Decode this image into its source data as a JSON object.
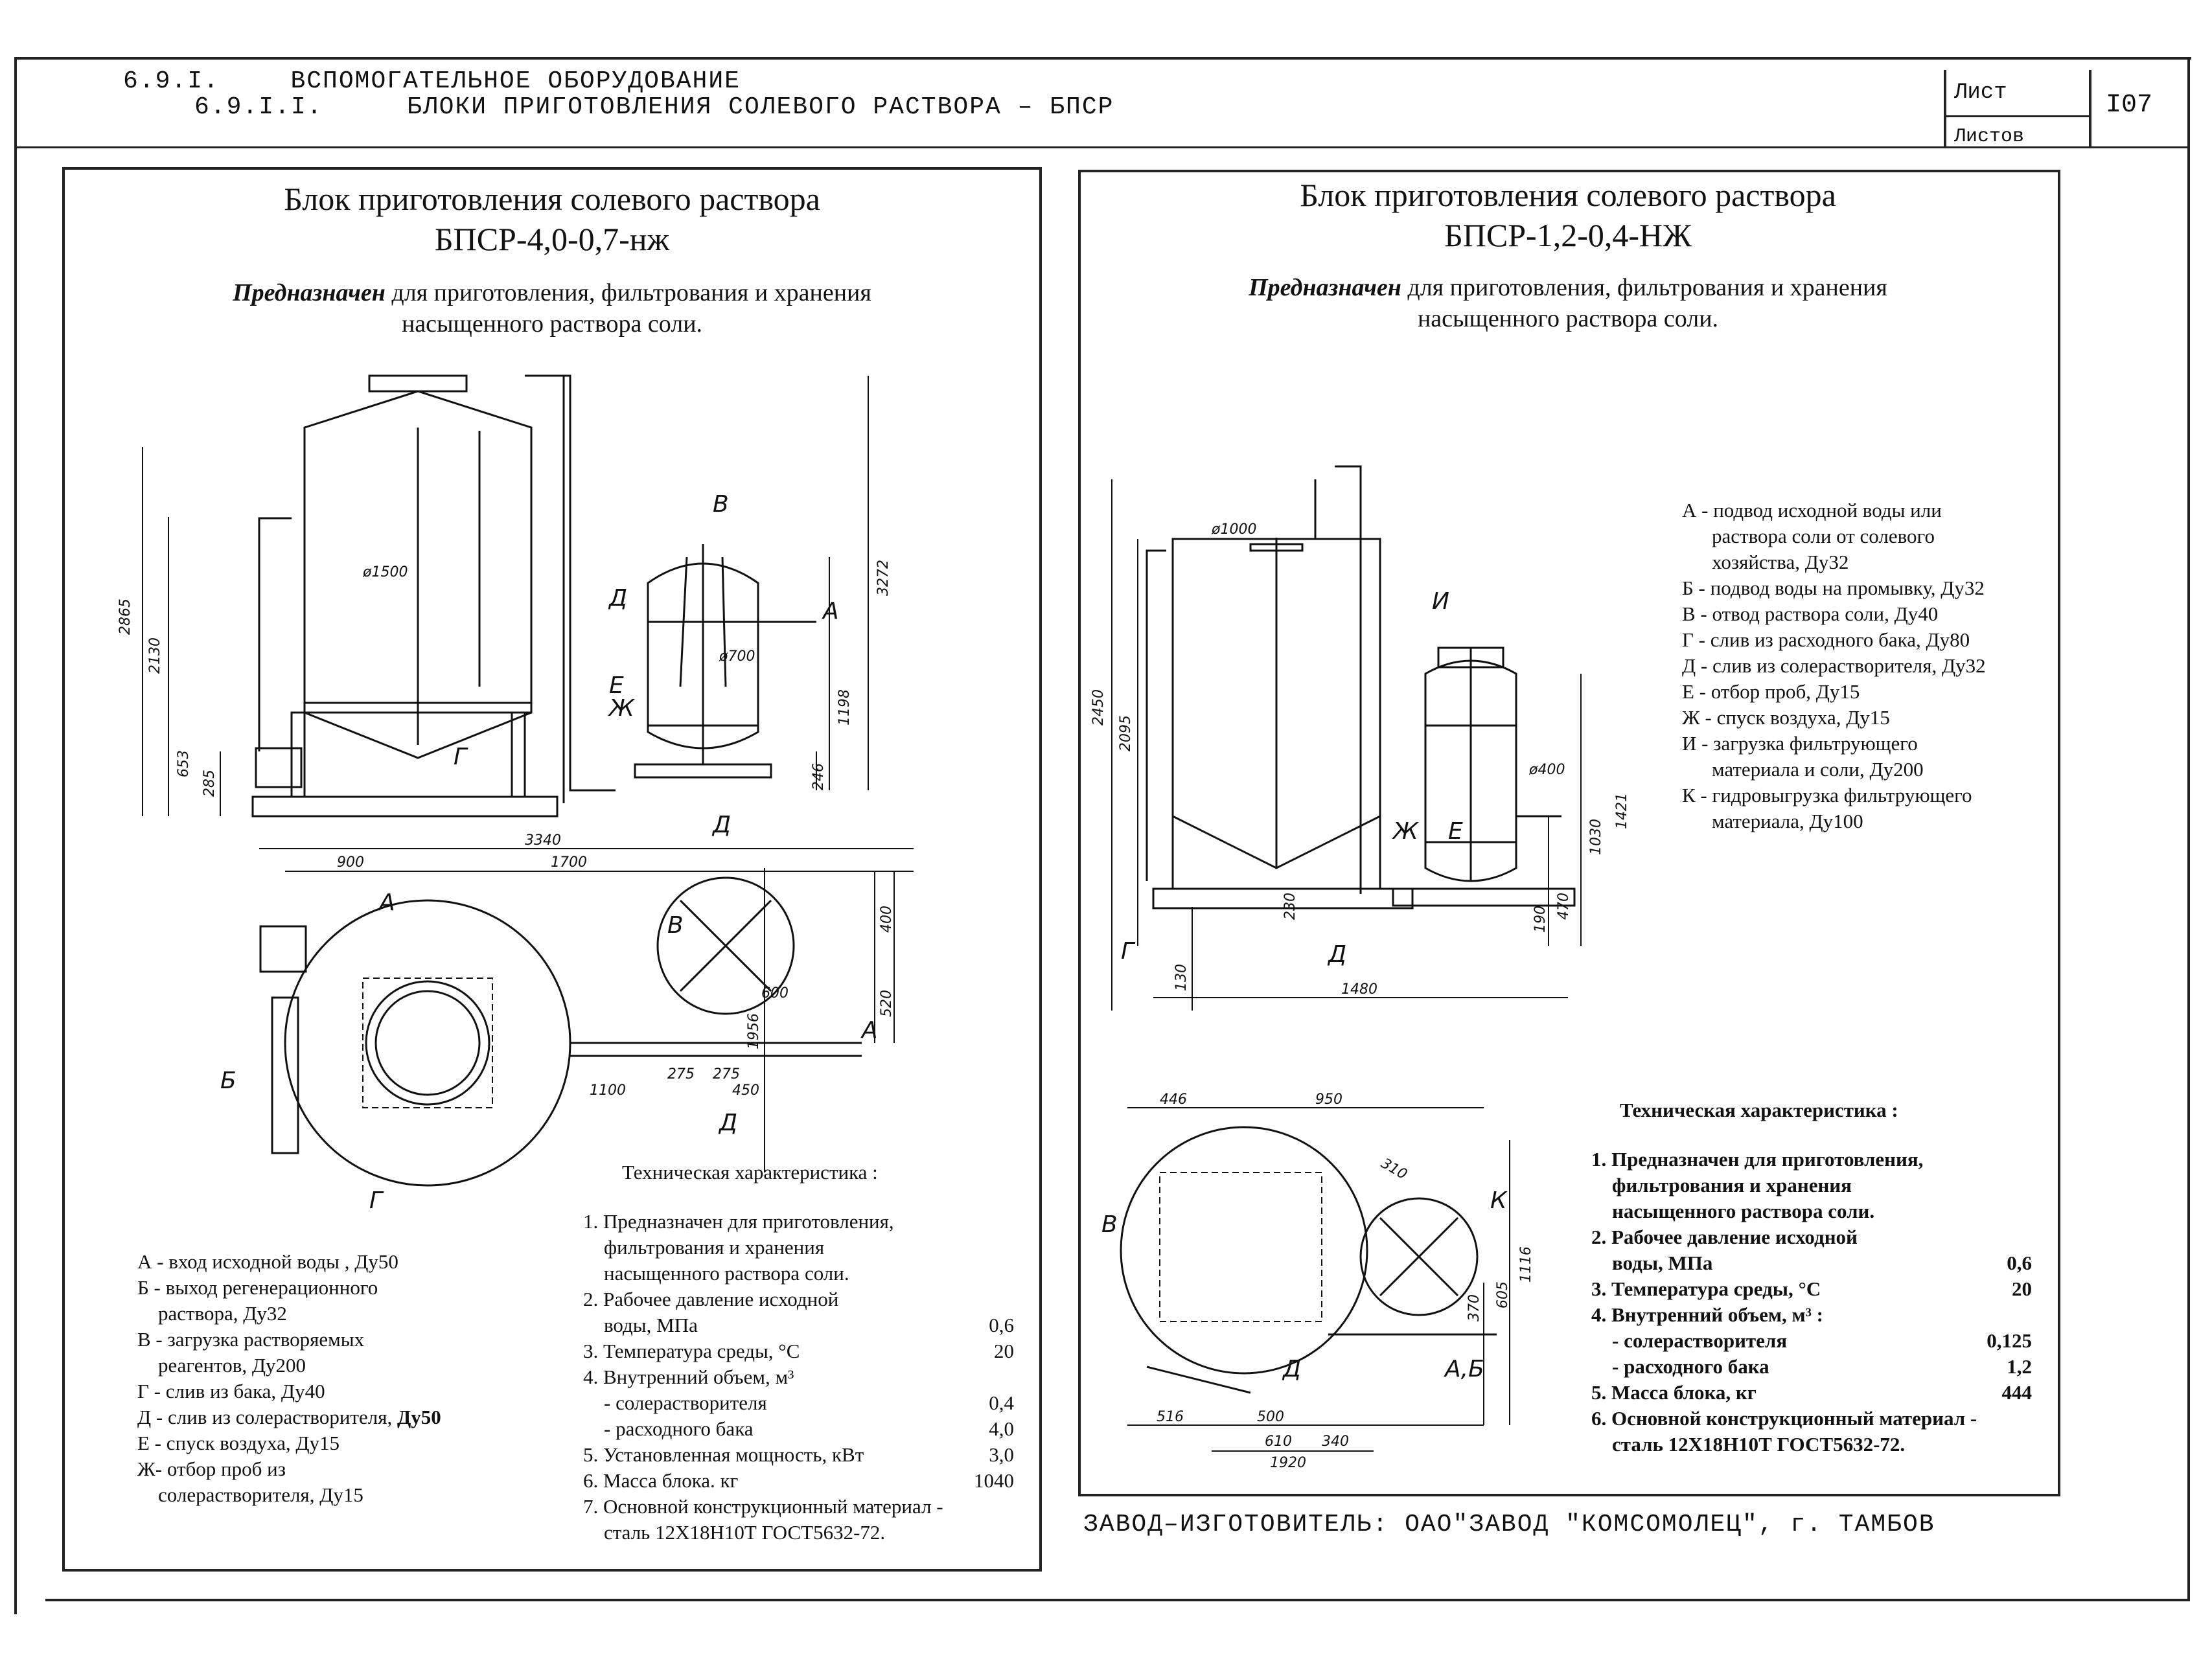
{
  "header": {
    "section_code": "6.9.I.",
    "section_title": "ВСПОМОГАТЕЛЬНОЕ  ОБОРУДОВАНИЕ",
    "subsection_code": "6.9.I.I.",
    "subsection_title": "БЛОКИ ПРИГОТОВЛЕНИЯ СОЛЕВОГО РАСТВОРА – БПСР",
    "sheet_label": "Лист",
    "sheets_label": "Листов",
    "sheet_number": "I07"
  },
  "left": {
    "title_line1": "Блок приготовления солевого раствора",
    "title_line2": "БПСР-4,0-0,7-нж",
    "purpose_bold": "Предназначен",
    "purpose_rest": "для приготовления, фильтрования и хранения",
    "purpose_line2": "насыщенного раствора соли.",
    "drawing_labels": {
      "A": "А",
      "B": "Б",
      "V": "В",
      "G": "Г",
      "D": "Д",
      "E": "Е",
      "Zh": "Ж",
      "dim_2865": "2865",
      "dim_2130": "2130",
      "dim_653": "653",
      "dim_285": "285",
      "dim_1500": "ø1500",
      "dim_700": "ø700",
      "dim_3272": "3272",
      "dim_1198": "1198",
      "dim_246": "246",
      "dim_3340": "3340",
      "dim_900": "900",
      "dim_1700": "1700",
      "dim_1956": "1956",
      "dim_400": "400",
      "dim_520": "520",
      "dim_600": "600",
      "dim_275a": "275",
      "dim_275b": "275",
      "dim_1100": "1100",
      "dim_450": "450"
    },
    "legend": [
      "А - вход исходной воды , Ду50",
      "Б - выход регенерационного",
      "раствора, Ду32",
      "В - загрузка растворяемых",
      "реагентов, Ду200",
      "Г - слив из бака, Ду40",
      "Д - слив из солерастворителя,",
      "Ду50",
      "Е - спуск воздуха, Ду15",
      "Ж- отбор проб из",
      "солерастворителя, Ду15"
    ],
    "tech_title": "Техническая характеристика :",
    "tech": [
      {
        "text": "1. Предназначен для приготовления,",
        "value": ""
      },
      {
        "text": "фильтрования и хранения",
        "value": ""
      },
      {
        "text": "насыщенного раствора соли.",
        "value": ""
      },
      {
        "text": "2. Рабочее давление исходной",
        "value": ""
      },
      {
        "text": "воды, МПа",
        "value": "0,6"
      },
      {
        "text": "3. Температура среды, °С",
        "value": "20"
      },
      {
        "text": "4. Внутренний объем, м³",
        "value": ""
      },
      {
        "text": "- солерастворителя",
        "value": "0,4"
      },
      {
        "text": "- расходного бака",
        "value": "4,0"
      },
      {
        "text": "5. Установленная мощность, кВт",
        "value": "3,0"
      },
      {
        "text": "6. Масса блока. кг",
        "value": "1040"
      },
      {
        "text": "7. Основной конструкционный материал -",
        "value": ""
      },
      {
        "text": "сталь 12Х18Н10Т ГОСТ5632-72.",
        "value": ""
      }
    ]
  },
  "right": {
    "title_line1": "Блок приготовления солевого раствора",
    "title_line2": "БПСР-1,2-0,4-НЖ",
    "purpose_bold": "Предназначен",
    "purpose_rest": "для приготовления, фильтрования и хранения",
    "purpose_line2": "насыщенного раствора соли.",
    "drawing_labels": {
      "V": "В",
      "G": "Г",
      "D": "Д",
      "E": "Е",
      "Zh": "Ж",
      "I": "И",
      "K": "К",
      "AB": "А,Б",
      "dim_1000": "ø1000",
      "dim_400": "ø400",
      "dim_2450": "2450",
      "dim_2095": "2095",
      "dim_130": "130",
      "dim_230": "230",
      "dim_190": "190",
      "dim_470": "470",
      "dim_1030": "1030",
      "dim_1421": "1421",
      "dim_1480": "1480",
      "dim_446": "446",
      "dim_950": "950",
      "dim_310": "310",
      "dim_1116": "1116",
      "dim_370": "370",
      "dim_605": "605",
      "dim_516": "516",
      "dim_500": "500",
      "dim_610": "610",
      "dim_340": "340",
      "dim_1920": "1920"
    },
    "legend": [
      "А - подвод исходной воды или",
      "раствора  соли от солевого",
      "хозяйства, Ду32",
      "Б - подвод воды на промывку, Ду32",
      "В - отвод раствора соли, Ду40",
      "Г - слив из расходного бака, Ду80",
      "Д - слив из солерастворителя, Ду32",
      "Е - отбор проб, Ду15",
      "Ж - спуск воздуха, Ду15",
      "И - загрузка фильтрующего",
      "материала и соли, Ду200",
      "К - гидровыгрузка фильтрующего",
      "материала, Ду100"
    ],
    "tech_title": "Техническая характеристика :",
    "tech": [
      {
        "text": "1. Предназначен для приготовления,",
        "value": ""
      },
      {
        "text": "фильтрования и хранения",
        "value": ""
      },
      {
        "text": "насыщенного раствора соли.",
        "value": ""
      },
      {
        "text": "2. Рабочее давление исходной",
        "value": ""
      },
      {
        "text": "воды, МПа",
        "value": "0,6"
      },
      {
        "text": "3. Температура среды, °С",
        "value": "20"
      },
      {
        "text": "4. Внутренний объем, м³ :",
        "value": ""
      },
      {
        "text": "- солерастворителя",
        "value": "0,125"
      },
      {
        "text": "- расходного бака",
        "value": "1,2"
      },
      {
        "text": "5. Масса блока, кг",
        "value": "444"
      },
      {
        "text": "6. Основной конструкционный материал -",
        "value": ""
      },
      {
        "text": "сталь 12Х18Н10Т ГОСТ5632-72.",
        "value": ""
      }
    ]
  },
  "footer": {
    "manufacturer": "ЗАВОД–ИЗГОТОВИТЕЛЬ: ОАО\"ЗАВОД \"КОМСОМОЛЕЦ\", г. ТАМБОВ"
  }
}
